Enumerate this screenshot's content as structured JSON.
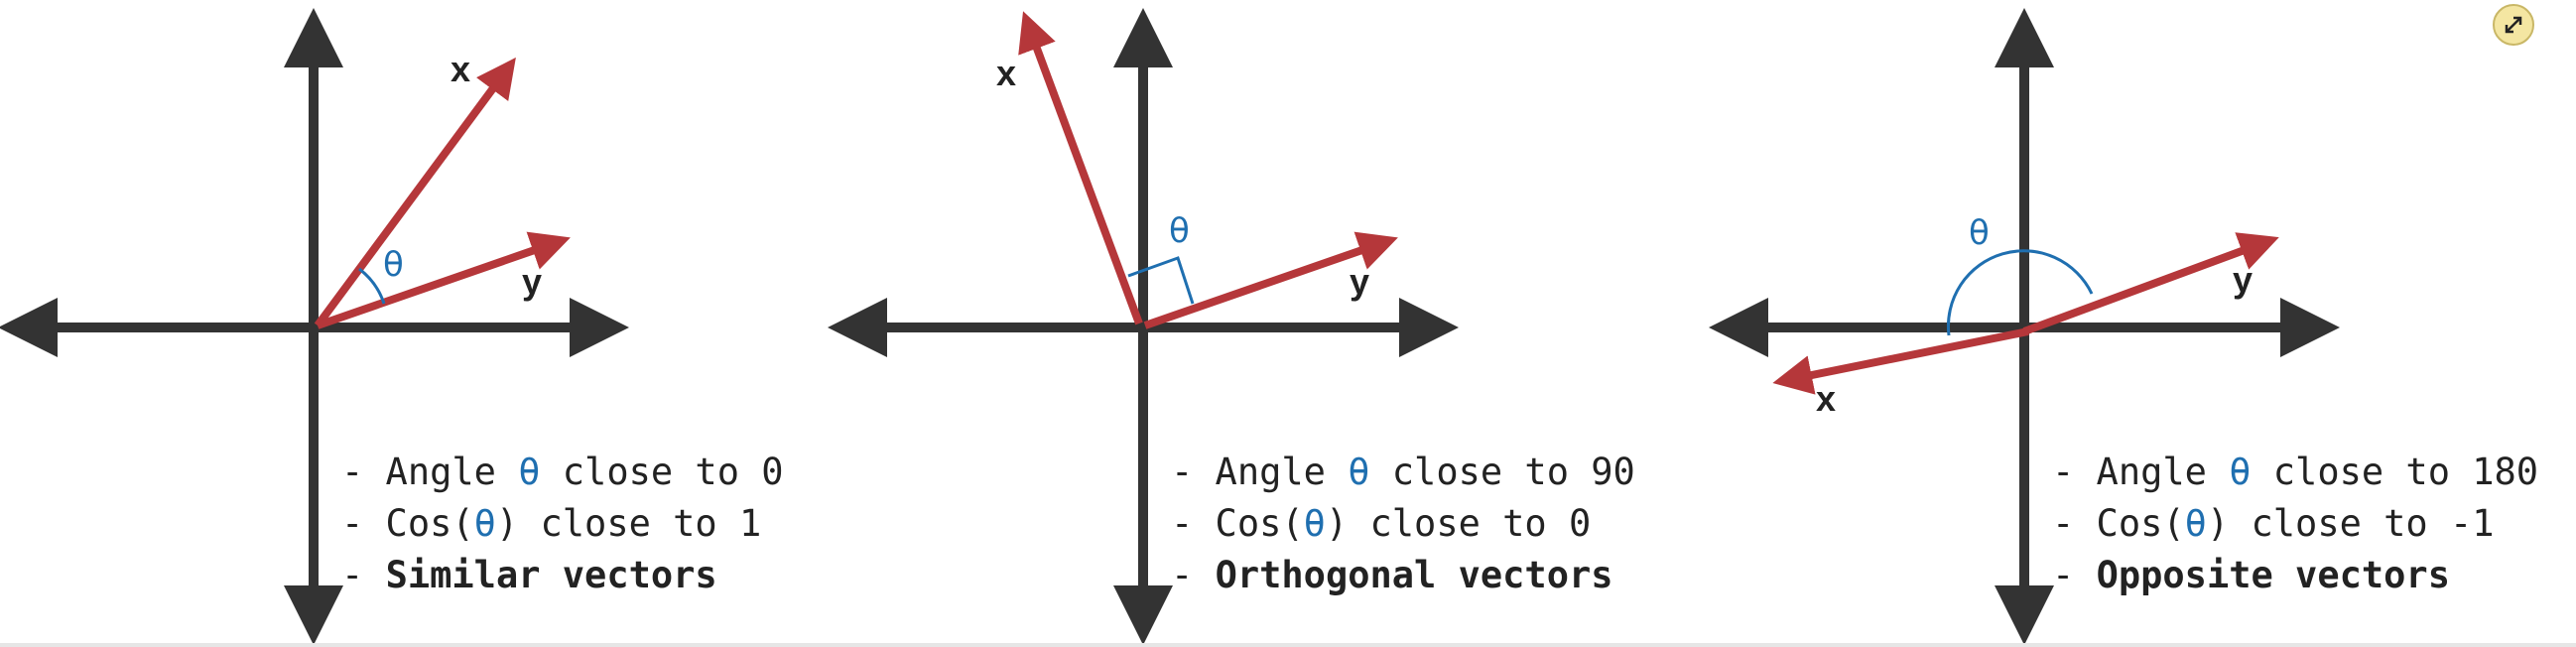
{
  "colors": {
    "axis": "#333333",
    "vector": "#b5373a",
    "theta": "#1f6fb0",
    "text": "#222222"
  },
  "toolbar": {
    "expand_icon": "expand-arrows-icon"
  },
  "panels": [
    {
      "id": "similar",
      "vector_x_label": "x",
      "vector_y_label": "y",
      "theta_label": "θ",
      "lines": [
        {
          "prefix": "- Angle ",
          "theta": "θ",
          "suffix": " close to 0"
        },
        {
          "prefix": "- Cos(",
          "theta": "θ",
          "suffix": ") close to 1"
        },
        {
          "prefix": "- ",
          "bold": "Similar vectors"
        }
      ]
    },
    {
      "id": "orthogonal",
      "vector_x_label": "x",
      "vector_y_label": "y",
      "theta_label": "θ",
      "lines": [
        {
          "prefix": "- Angle ",
          "theta": "θ",
          "suffix": " close to 90"
        },
        {
          "prefix": "- Cos(",
          "theta": "θ",
          "suffix": ") close to 0"
        },
        {
          "prefix": "- ",
          "bold": "Orthogonal vectors"
        }
      ]
    },
    {
      "id": "opposite",
      "vector_x_label": "x",
      "vector_y_label": "y",
      "theta_label": "θ",
      "lines": [
        {
          "prefix": "- Angle ",
          "theta": "θ",
          "suffix": " close to 180"
        },
        {
          "prefix": "- Cos(",
          "theta": "θ",
          "suffix": ") close to -1"
        },
        {
          "prefix": "- ",
          "bold": "Opposite vectors"
        }
      ]
    }
  ]
}
